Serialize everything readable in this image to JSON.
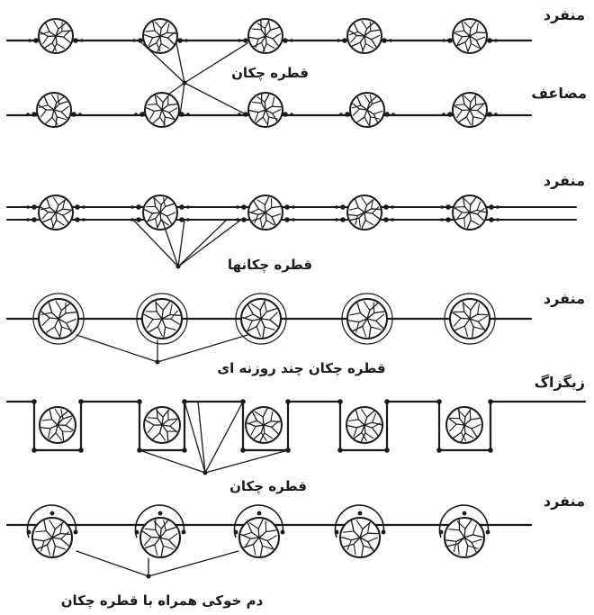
{
  "labels": {
    "row1_type": "منفرد",
    "row1_note": "قطره چکان",
    "row2_type": "مضاعف",
    "row3_type": "منفرد",
    "row3_note": "قطره چکانها",
    "row4_type": "منفرد",
    "row4_note": "قطره چکان چند روزنه ای",
    "row5_type": "زیگزاگ",
    "row5_note": "قطره چکان",
    "row6_type": "منفرد",
    "row6_note": "دم خوکی همراه با قطره چکان"
  },
  "colors": {
    "ink": "#1a1a1a",
    "background": "#ffffff"
  },
  "icons": {
    "tree": "tree-canopy-icon",
    "emitter": "emitter-dot-icon"
  }
}
